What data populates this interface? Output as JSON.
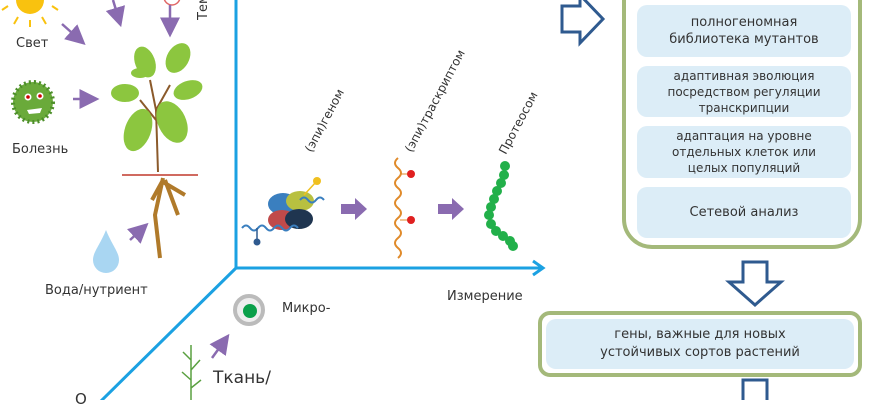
{
  "environment": {
    "light": "Свет",
    "disease": "Болезнь",
    "water": "Вода/нутриент",
    "temperature_partial": "Тем"
  },
  "axes": {
    "x_label": "Измерение",
    "levels": [
      "(эпи)геном",
      "(эпи)траскриптом",
      "Протеосом"
    ],
    "scale_micro": "Микро-",
    "scale_tissue": "Ткань/",
    "scale_partial": "О"
  },
  "pipeline": {
    "steps": [
      "полногеномная библиотека мутантов",
      "адаптивная эволюция посредством регуляции транскрипции",
      "адаптация на уровне отдельных клеток или целых популяций",
      "Сетевой анализ"
    ],
    "result": "гены, важные для новых устойчивых сортов растений"
  },
  "colors": {
    "axis": "#1ba1e2",
    "box_fill": "#dcedf7",
    "box_border": "#a4b97a",
    "arrow_outline": "#2f5a8f",
    "small_arrow": "#8a6bb0",
    "leaf": "#8cc63f",
    "root": "#b07a2a"
  }
}
